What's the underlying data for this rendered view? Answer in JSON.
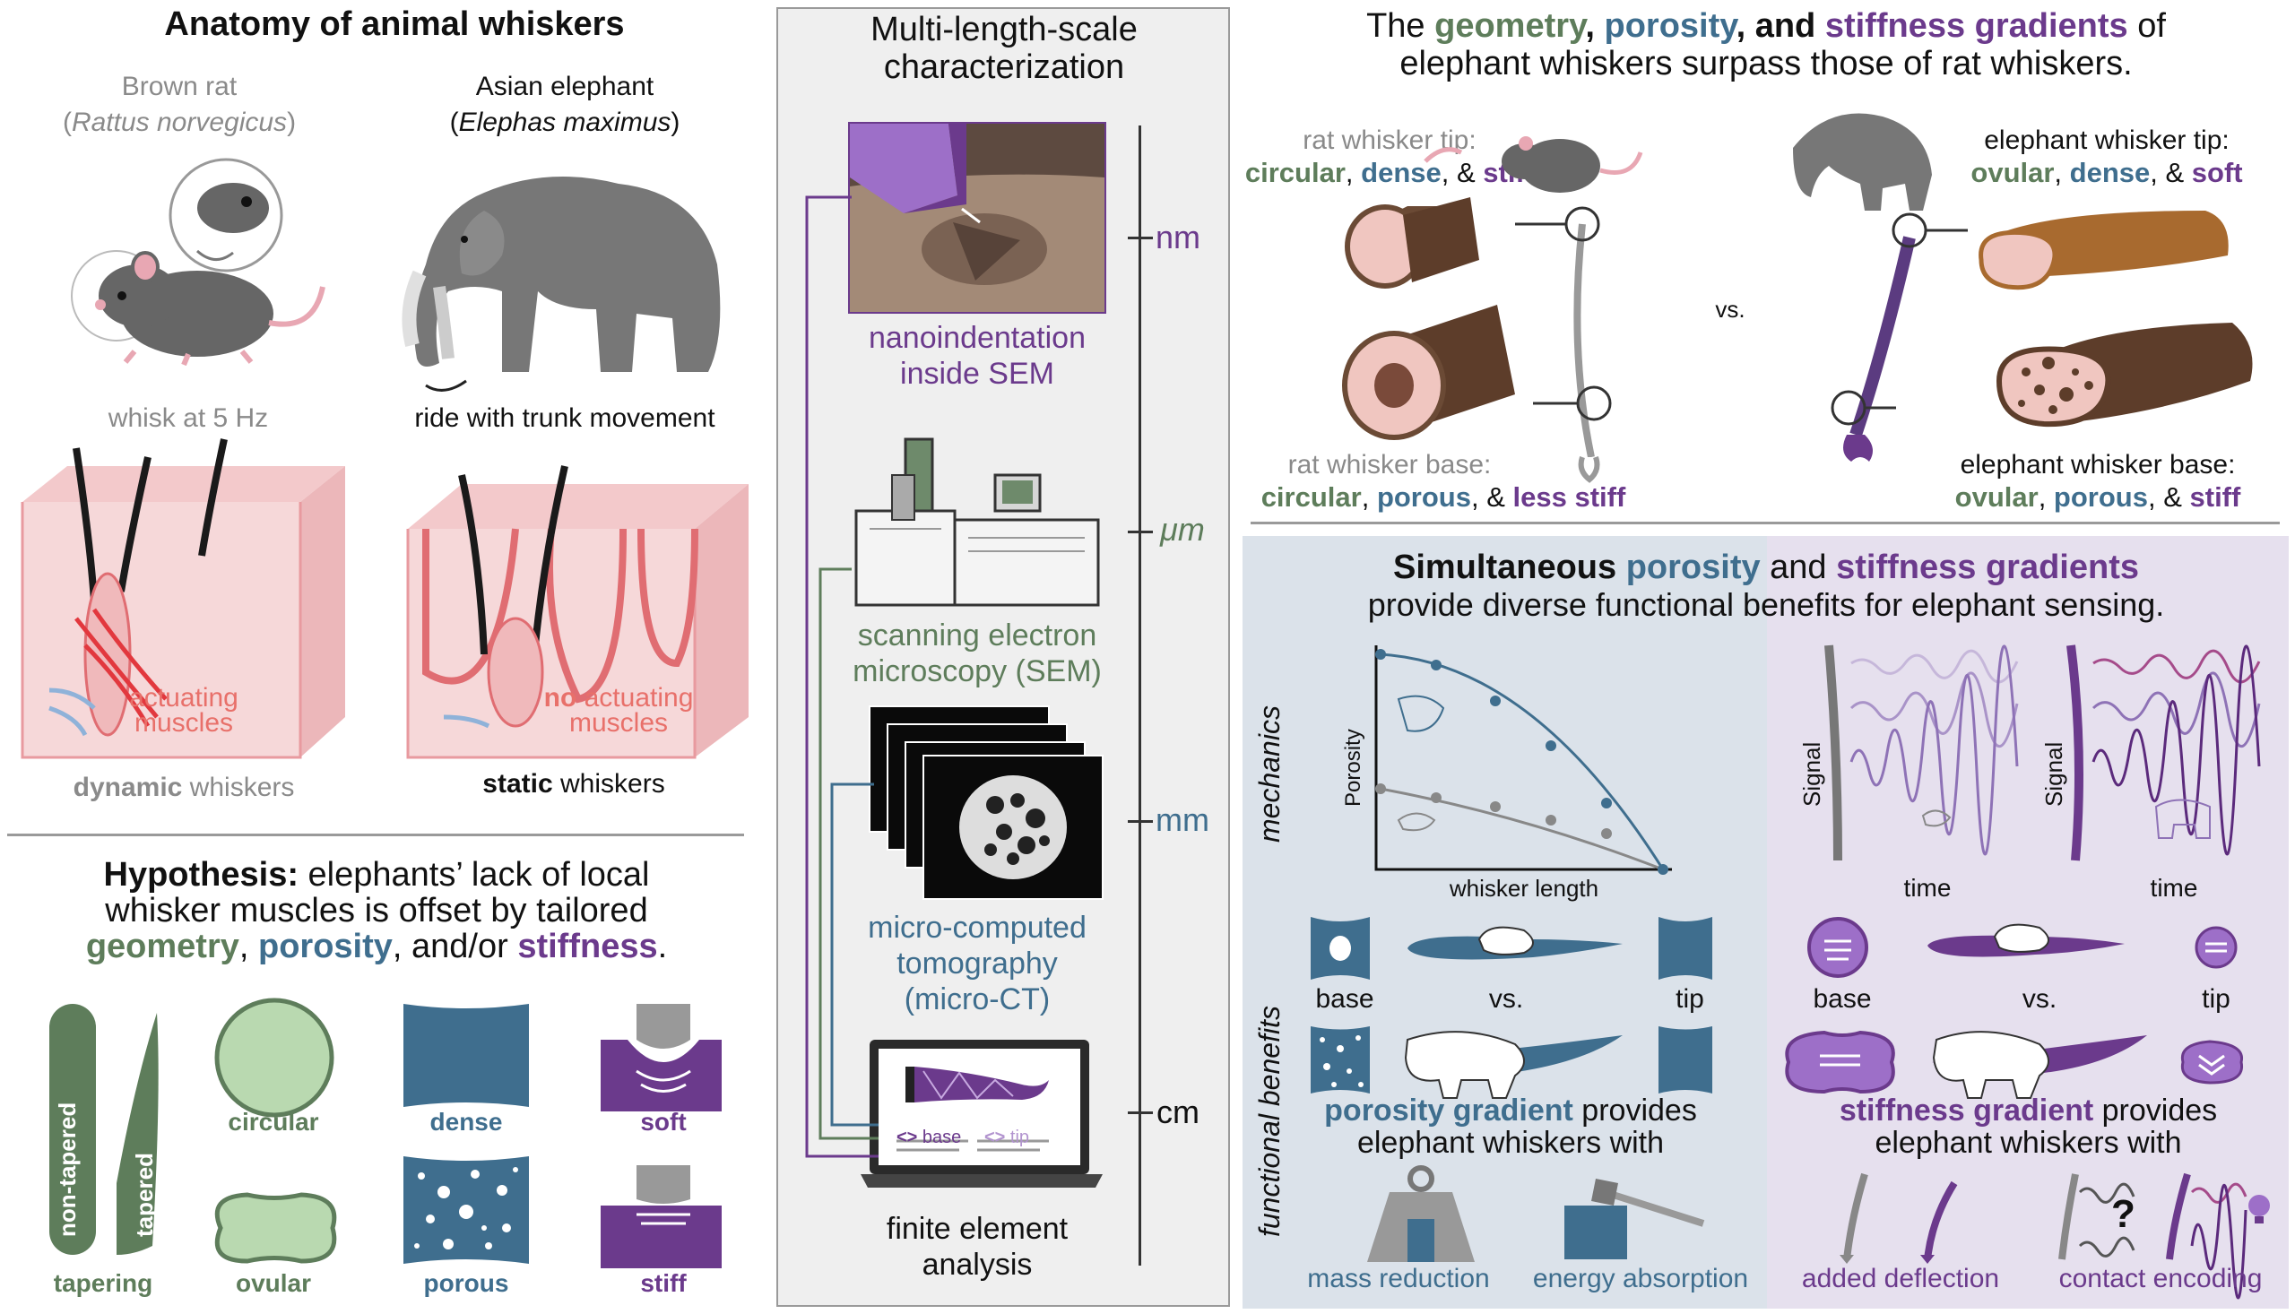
{
  "left": {
    "title": "Anatomy of animal whiskers",
    "rat_name": "Brown rat",
    "rat_latin_open": "(",
    "rat_latin": "Rattus norvegicus",
    "rat_latin_close": ")",
    "elephant_name": "Asian elephant",
    "elephant_latin_open": "(",
    "elephant_latin": "Elephas maximus",
    "elephant_latin_close": ")",
    "rat_caption": "whisk at 5 Hz",
    "elephant_caption": "ride with trunk movement",
    "actuating_1": "actuating",
    "actuating_2": "muscles",
    "no_actuating_no": "no",
    "no_actuating_1": " actuating",
    "no_actuating_2": "muscles",
    "dynamic_bold": "dynamic",
    "dynamic_rest": " whiskers",
    "static_bold": "static",
    "static_rest": " whiskers"
  },
  "hypothesis": {
    "lead": "Hypothesis:",
    "line1_rest": " elephants’ lack of local",
    "line2": "whisker muscles is offset by tailored",
    "geometry": "geometry",
    "comma1": ", ",
    "porosity": "porosity",
    "andor": ", and/or ",
    "stiffness": "stiffness",
    "period": ".",
    "shape_labels": {
      "non_tapered": "non-tapered",
      "tapered": "tapered",
      "tapering": "tapering",
      "circular": "circular",
      "ovular": "ovular",
      "dense": "dense",
      "porous": "porous",
      "soft": "soft",
      "stiff": "stiff"
    }
  },
  "middle": {
    "title_1": "Multi-length-scale",
    "title_2": "characterization",
    "scale_nm": "nm",
    "scale_um": "μm",
    "scale_mm": "mm",
    "scale_cm": "cm",
    "nano_1": "nanoindentation",
    "nano_2": "inside SEM",
    "sem_1": "scanning electron",
    "sem_2": "microscopy (SEM)",
    "ct_1": "micro-computed",
    "ct_2": "tomography",
    "ct_3": "(micro-CT)",
    "fea_1": "finite element",
    "fea_2": "analysis",
    "laptop_base": "base",
    "laptop_tip": "tip"
  },
  "right_top": {
    "title_the": "The ",
    "title_geometry": "geometry",
    "title_c1": ", ",
    "title_porosity": "porosity",
    "title_and": ", and ",
    "title_stiffness": "stiffness gradients",
    "title_of": " of",
    "title_line2": "elephant whiskers surpass those of rat whiskers.",
    "rat_tip_label": "rat whisker tip:",
    "rat_tip_circular": "circular",
    "rat_tip_c": ", ",
    "rat_tip_dense": "dense",
    "rat_tip_and": ", & ",
    "rat_tip_stiff": "stiff",
    "rat_base_label": "rat whisker base:",
    "rat_base_circular": "circular",
    "rat_base_c": ", ",
    "rat_base_porous": "porous",
    "rat_base_and": ", & ",
    "rat_base_less": "less stiff",
    "vs": "vs.",
    "el_tip_label": "elephant whisker tip:",
    "el_tip_ovular": "ovular",
    "el_tip_c": ", ",
    "el_tip_dense": "dense",
    "el_tip_and": ", & ",
    "el_tip_soft": "soft",
    "el_base_label": "elephant whisker base:",
    "el_base_ovular": "ovular",
    "el_base_c": ", ",
    "el_base_porous": "porous",
    "el_base_and": ", & ",
    "el_base_stiff": "stiff"
  },
  "right_bottom": {
    "title_sim": "Simultaneous ",
    "title_porosity": "porosity",
    "title_and": " and ",
    "title_stiffness": "stiffness gradients",
    "title_line2": "provide diverse functional benefits for elephant sensing.",
    "side_mechanics": "mechanics",
    "side_functional": "functional benefits",
    "porosity_axis_y": "Porosity",
    "porosity_axis_x": "whisker length",
    "signal_1": "Signal",
    "signal_2": "Signal",
    "time_1": "time",
    "time_2": "time",
    "base_1": "base",
    "vs_1": "vs.",
    "tip_1": "tip",
    "base_2": "base",
    "vs_2": "vs.",
    "tip_2": "tip",
    "porosity_grad": "porosity gradient",
    "porosity_grad_rest": " provides",
    "porosity_line2": "elephant whiskers with",
    "stiffness_grad": "stiffness gradient",
    "stiffness_grad_rest": " provides",
    "stiffness_line2": "elephant whiskers with",
    "mass_reduction": "mass reduction",
    "energy_absorption": "energy absorption",
    "added_deflection": "added deflection",
    "contact_encoding": "contact encoding",
    "question": "?"
  },
  "colors": {
    "green": "#5e7d5b",
    "blue": "#3f6e8e",
    "purple": "#6b3a8c",
    "gray": "#8a8a8a",
    "salmon": "#e8706a",
    "light_green": "#b9d9b0",
    "panel_blue": "#dbe2ea",
    "panel_purple": "#e6e0ee"
  }
}
